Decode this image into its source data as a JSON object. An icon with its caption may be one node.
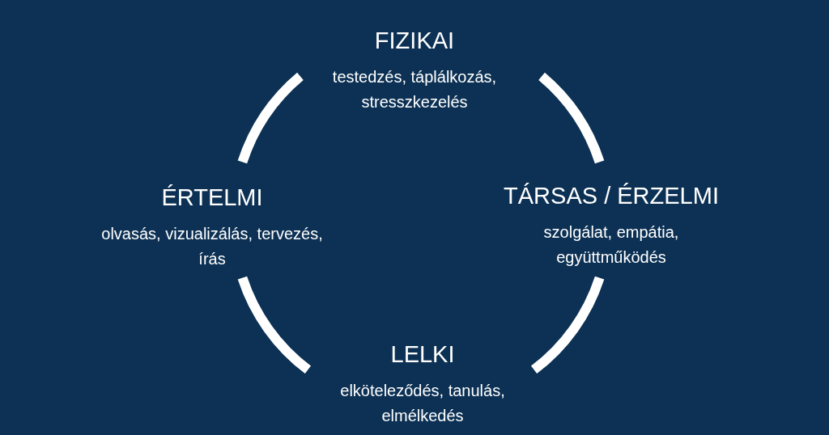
{
  "diagram": {
    "nodes": [
      {
        "text": [
          "FIZIKAI",
          "testedzés, táplálkozás, stresszkezelés"
        ]
      },
      {
        "text": [
          "TÁRSAS / ÉRZELMI",
          "szolgálat, empátia, együttműködés"
        ]
      },
      {
        "text": [
          "LELKI",
          "elköteleződés, tanulás, elmélkedés"
        ]
      },
      {
        "text": [
          "ÉRTELMI",
          "olvasás, vizualizálás, tervezés, írás"
        ]
      }
    ],
    "edges": [
      {
        "from": 0,
        "to": 1,
        "arrow": "none"
      },
      {
        "from": 1,
        "to": 2,
        "arrow": "none"
      },
      {
        "from": 2,
        "to": 3,
        "arrow": "none"
      },
      {
        "from": 3,
        "to": 0,
        "arrow": "none"
      }
    ]
  }
}
